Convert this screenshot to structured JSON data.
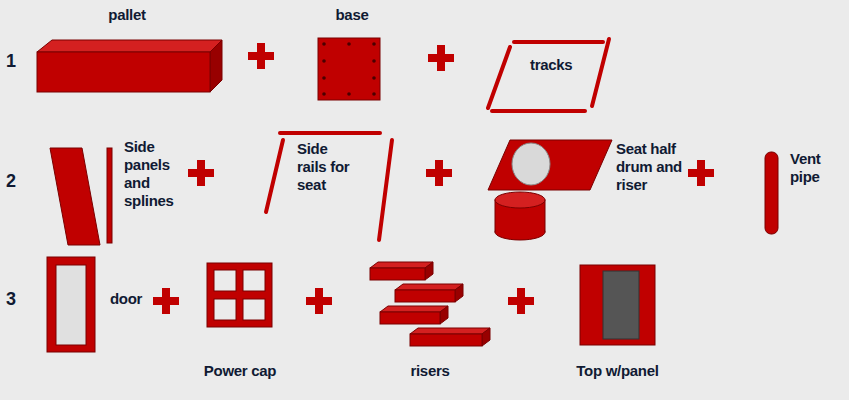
{
  "diagram": {
    "labels": [
      "1",
      "pallet",
      "base",
      "tracks",
      "2",
      "Side panels and splines",
      "Side rails for seat",
      "Seat half drum and riser",
      "Vent pipe",
      "3",
      "door",
      "Power cap",
      "risers",
      "Top w/panel"
    ]
  }
}
